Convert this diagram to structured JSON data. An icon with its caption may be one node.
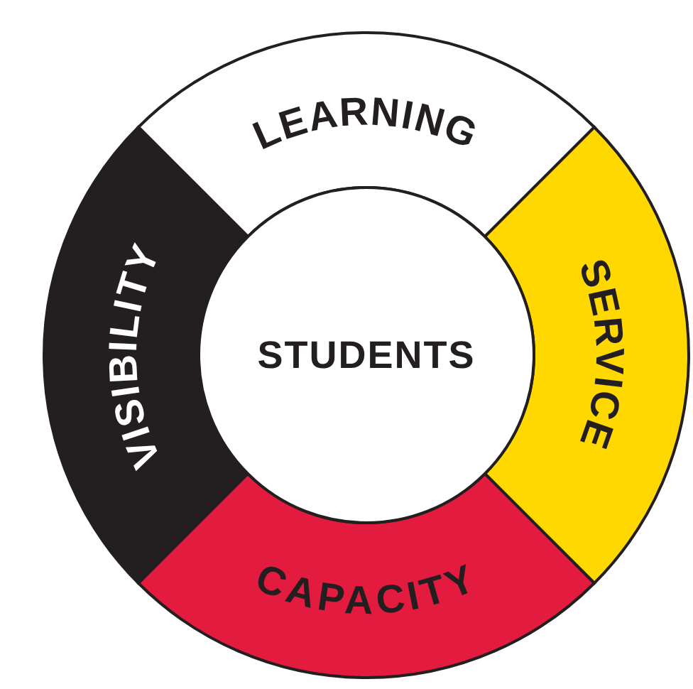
{
  "diagram": {
    "nodes": [
      {
        "text": [
          "LEARNING"
        ]
      },
      {
        "text": [
          "VISIBILITY"
        ]
      },
      {
        "text": [
          "STUDENTS"
        ]
      },
      {
        "text": [
          "SERVICE"
        ]
      },
      {
        "text": [
          "CAPACITY"
        ]
      }
    ]
  }
}
